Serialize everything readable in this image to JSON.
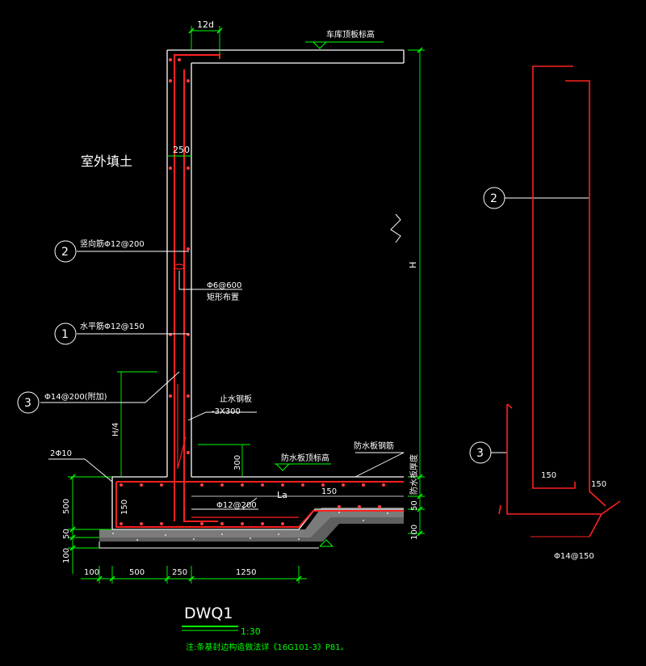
{
  "drawing": {
    "top_dim": "12d",
    "roof_level": "车库顶板标高",
    "fill_soil": "室外填土",
    "wall_thickness": "250",
    "vertical_bar_note": "竖向筋Φ12@200",
    "tie_bar_note": "Φ6@600",
    "tie_bar_layout": "矩形布置",
    "horizontal_bar_note": "水平筋Φ12@150",
    "added_bar_note": "Φ14@200(附加)",
    "waterstop_title": "止水钢板",
    "waterstop_size": "-3X300",
    "height_label": "H",
    "quarter_height": "H/4",
    "dim_300": "300",
    "slab_top_level": "防水板顶标高",
    "slab_reinf": "防水板钢筋",
    "slab_thickness": "防水板厚度",
    "two_bars": "2Φ10",
    "la_label": "La",
    "dim_150a": "150",
    "dim_150b": "150",
    "bottom_bar": "Φ12@200",
    "dim_500_left": "500",
    "dim_50_left": "50",
    "dim_100_left": "100",
    "dim_50_right": "50",
    "dim_100_right": "100",
    "bottom_dims": [
      "100",
      "500",
      "250",
      "1250"
    ],
    "markers": [
      "1",
      "2",
      "3"
    ],
    "detail_dim_150a": "150",
    "detail_dim_150b": "150",
    "detail_bar": "Φ14@150",
    "title": "DWQ1",
    "scale": "1:30",
    "note": "注:条基封边构造做法详《16G101-3》P81。",
    "colors": {
      "wall": "#ffffff",
      "rebar": "#ff2020",
      "dimension": "#00ff00",
      "leader": "#ffffff",
      "note": "#00ff00",
      "marker": "#ffffff"
    }
  }
}
